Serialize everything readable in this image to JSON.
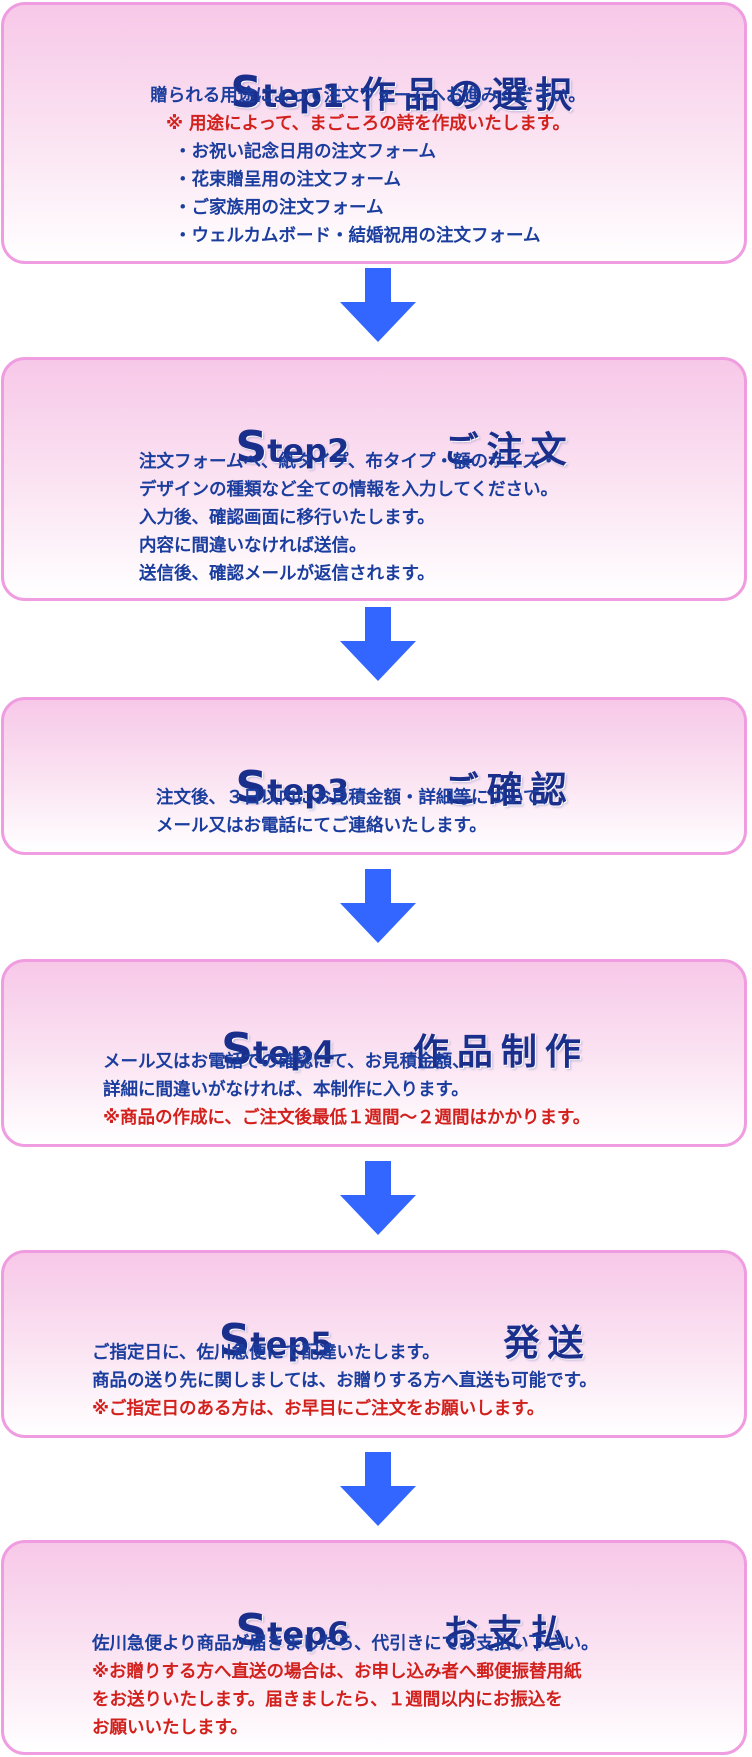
{
  "steps": [
    {
      "label": "Step1",
      "title": "作品の選択",
      "lines": [
        {
          "text": "贈られる用途によって注文フォームへお進みください。",
          "color": "blue"
        },
        {
          "text": "※ 用途によって、まごころの詩を作成いたします。",
          "color": "red"
        },
        {
          "text": "・お祝い記念日用の注文フォーム",
          "color": "blue"
        },
        {
          "text": "・花束贈呈用の注文フォーム",
          "color": "blue"
        },
        {
          "text": "・ご家族用の注文フォーム",
          "color": "blue"
        },
        {
          "text": "・ウェルカムボード・結婚祝用の注文フォーム",
          "color": "blue"
        }
      ]
    },
    {
      "label": "Step2",
      "title": "ご注文",
      "lines": [
        {
          "text": "注文フォームへ、紙タイプ、布タイプ・額のサイズ・",
          "color": "blue"
        },
        {
          "text": "デザインの種類など全ての情報を入力してください。",
          "color": "blue"
        },
        {
          "text": "入力後、確認画面に移行いたします。",
          "color": "blue"
        },
        {
          "text": "内容に間違いなければ送信。",
          "color": "blue"
        },
        {
          "text": "送信後、確認メールが返信されます。",
          "color": "blue"
        }
      ]
    },
    {
      "label": "Step3",
      "title": "ご確認",
      "lines": [
        {
          "text": "注文後、３日以内にお見積金額・詳細等について、",
          "color": "blue"
        },
        {
          "text": "メール又はお電話にてご連絡いたします。",
          "color": "blue"
        }
      ]
    },
    {
      "label": "Step4",
      "title": "作品制作",
      "lines": [
        {
          "text": "メール又はお電話での確認にて、お見積金額、",
          "color": "blue"
        },
        {
          "text": "詳細に間違いがなければ、本制作に入ります。",
          "color": "blue"
        },
        {
          "text": "※商品の作成に、ご注文後最低１週間～２週間はかかります。",
          "color": "red"
        }
      ]
    },
    {
      "label": "Step5",
      "title": "発送",
      "lines": [
        {
          "text": "ご指定日に、佐川急便にて配達いたします。",
          "color": "blue"
        },
        {
          "text": "商品の送り先に関しましては、お贈りする方へ直送も可能です。",
          "color": "blue"
        },
        {
          "text": "※ご指定日のある方は、お早目にご注文をお願いします。",
          "color": "red"
        }
      ]
    },
    {
      "label": "Step6",
      "title": "お支払",
      "lines": [
        {
          "text": "佐川急便より商品が届きましたら、代引きにてお支払い下さい。",
          "color": "blue"
        },
        {
          "text": "※お贈りする方へ直送の場合は、お申し込み者へ郵便振替用紙",
          "color": "red"
        },
        {
          "text": "をお送りいたします。届きましたら、１週間以内にお振込を",
          "color": "red"
        },
        {
          "text": "お願いいたします。",
          "color": "red"
        }
      ]
    }
  ],
  "colors": {
    "title": "#1a2f8c",
    "text_blue": "#1a3d9e",
    "text_red": "#d2211d",
    "border": "#ef9de0",
    "arrow": "#3366ff"
  },
  "icons": {
    "flow_arrow": "down-arrow-icon"
  }
}
